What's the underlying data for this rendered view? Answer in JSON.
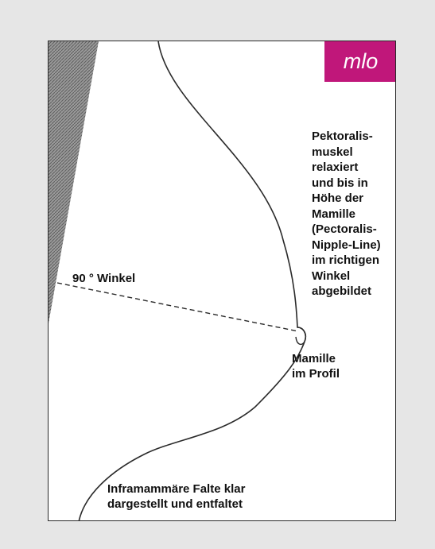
{
  "badge": {
    "text": "mlo",
    "color": "#c0177a"
  },
  "pectoralis_note": {
    "lines": [
      "Pektoralis-",
      "muskel",
      "relaxiert",
      "und bis in",
      "Höhe der",
      "Mamille",
      "(Pectoralis-",
      "Nipple-Line)",
      "im richtigen",
      "Winkel",
      "abgebildet"
    ]
  },
  "angle_label": {
    "text": "90 ° Winkel"
  },
  "nipple_note": {
    "lines": [
      "Mamille",
      "im Profil"
    ]
  },
  "fold_note": {
    "lines": [
      "Inframammäre Falte klar",
      "dargestellt und entfaltet"
    ]
  },
  "colors": {
    "background": "#e6e6e6",
    "panel": "#ffffff",
    "muscle": "#8a8a8a",
    "outline": "#2a2a2a"
  }
}
